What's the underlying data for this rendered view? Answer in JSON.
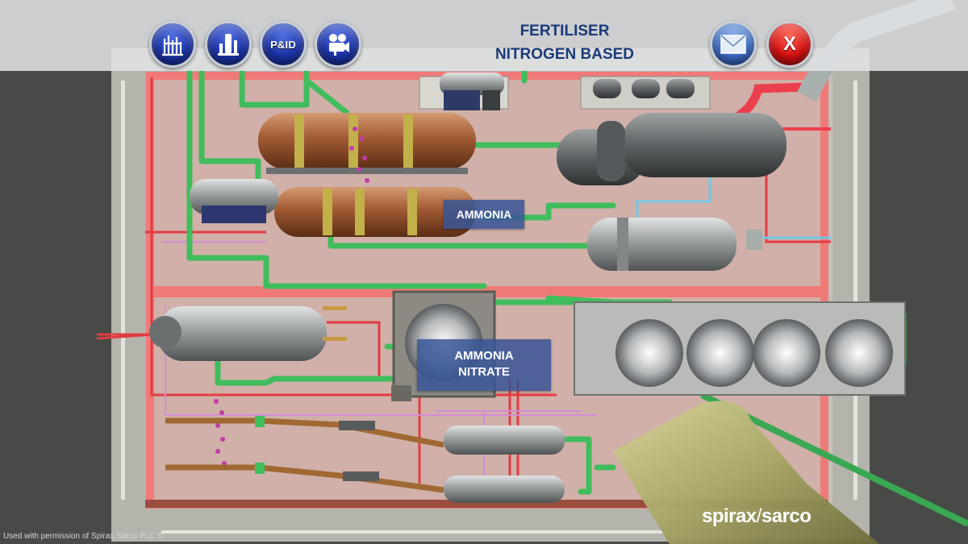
{
  "header": {
    "title_line1": "FERTILISER",
    "title_line2": "NITROGEN BASED",
    "buttons": {
      "pid_label": "P&ID",
      "close_label": "X"
    },
    "icons": {
      "plant": "plant-icon",
      "tower": "tower-icon",
      "video": "video-camera-icon",
      "mail": "envelope-icon",
      "close": "close-icon"
    }
  },
  "labels": {
    "ammonia": "AMMONIA",
    "ammonia_nitrate_line1": "AMMONIA",
    "ammonia_nitrate_line2": "NITRATE"
  },
  "footer": {
    "credit": "Used with permission of Spirax Sarco PLC ©",
    "logo_part1": "spirax",
    "logo_part2": "sarco"
  },
  "colors": {
    "steam_pipe": "#3fbf5a",
    "hot_pipe": "#e8323c",
    "zone_highlight": "#ff7a7a",
    "label_bg": "#37559a",
    "title": "#1b3a7a"
  }
}
